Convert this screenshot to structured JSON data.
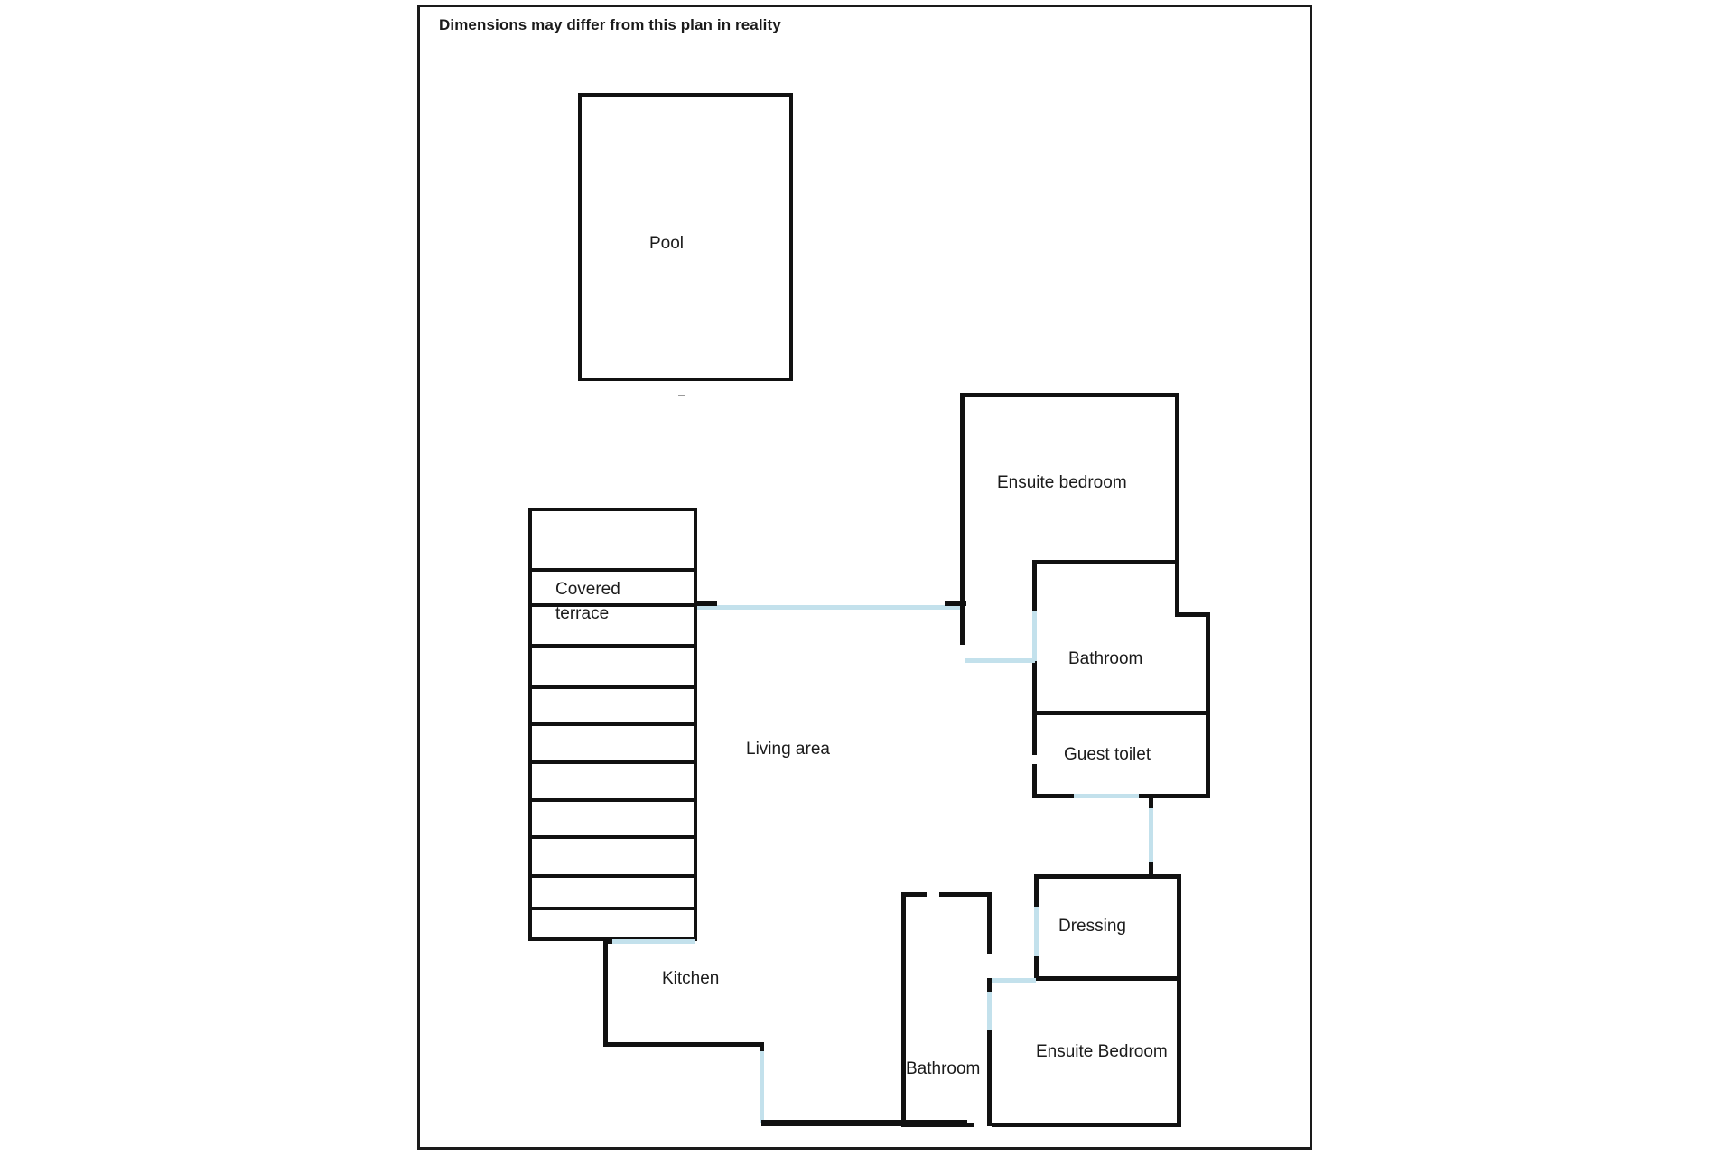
{
  "document": {
    "type": "floor-plan",
    "sheet_note": "Dimensions may differ from this plan in reality",
    "background_color": "#ffffff",
    "wall_color": "#111111",
    "door_color": "#c3e1ec",
    "border_color": "#1a1a1a"
  },
  "rooms": {
    "pool": {
      "label": "Pool"
    },
    "covered_terrace": {
      "label_line1": "Covered",
      "label_line2": "terrace",
      "slat_count": 10
    },
    "living_area": {
      "label": "Living area"
    },
    "kitchen": {
      "label": "Kitchen"
    },
    "ensuite_bedroom_upper": {
      "label": "Ensuite bedroom"
    },
    "bathroom_upper": {
      "label": "Bathroom"
    },
    "guest_toilet": {
      "label": "Guest toilet"
    },
    "dressing": {
      "label": "Dressing"
    },
    "ensuite_bedroom_lower": {
      "label": "Ensuite Bedroom"
    },
    "bathroom_lower": {
      "label": "Bathroom"
    }
  },
  "labels_ordered": [
    "Pool",
    "Ensuite bedroom",
    "Covered",
    "terrace",
    "Bathroom",
    "Living area",
    "Guest toilet",
    "Dressing",
    "Kitchen",
    "Ensuite Bedroom",
    "Bathroom"
  ]
}
